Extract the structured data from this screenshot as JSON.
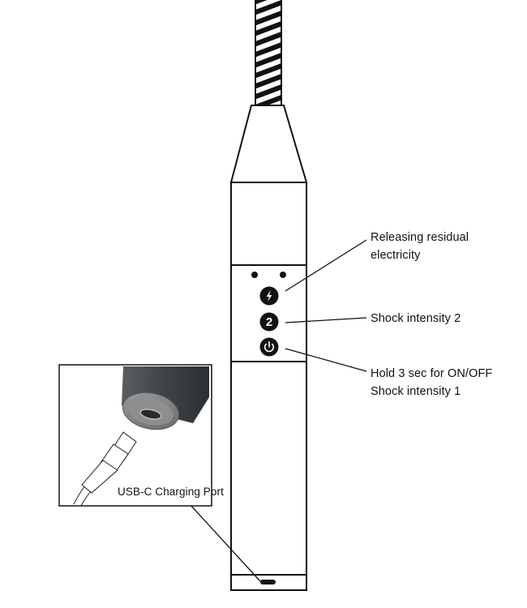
{
  "callouts": {
    "release": {
      "line1": "Releasing residual",
      "line2": "electricity"
    },
    "shock2": {
      "line1": "Shock intensity 2"
    },
    "power": {
      "line1": "Hold 3 sec for ON/OFF",
      "line2": "Shock intensity 1"
    },
    "usb": {
      "line1": "USB-C Charging Port"
    }
  },
  "buttons": {
    "release_icon": "lightning-bolt-icon",
    "shock2_glyph": "2",
    "power_icon": "power-icon"
  },
  "colors": {
    "outline": "#111111",
    "button_fill": "#111111",
    "cable_stripe": "#111111",
    "cap_dark": "#4a4f52",
    "cap_ring": "#8a8a8a"
  }
}
